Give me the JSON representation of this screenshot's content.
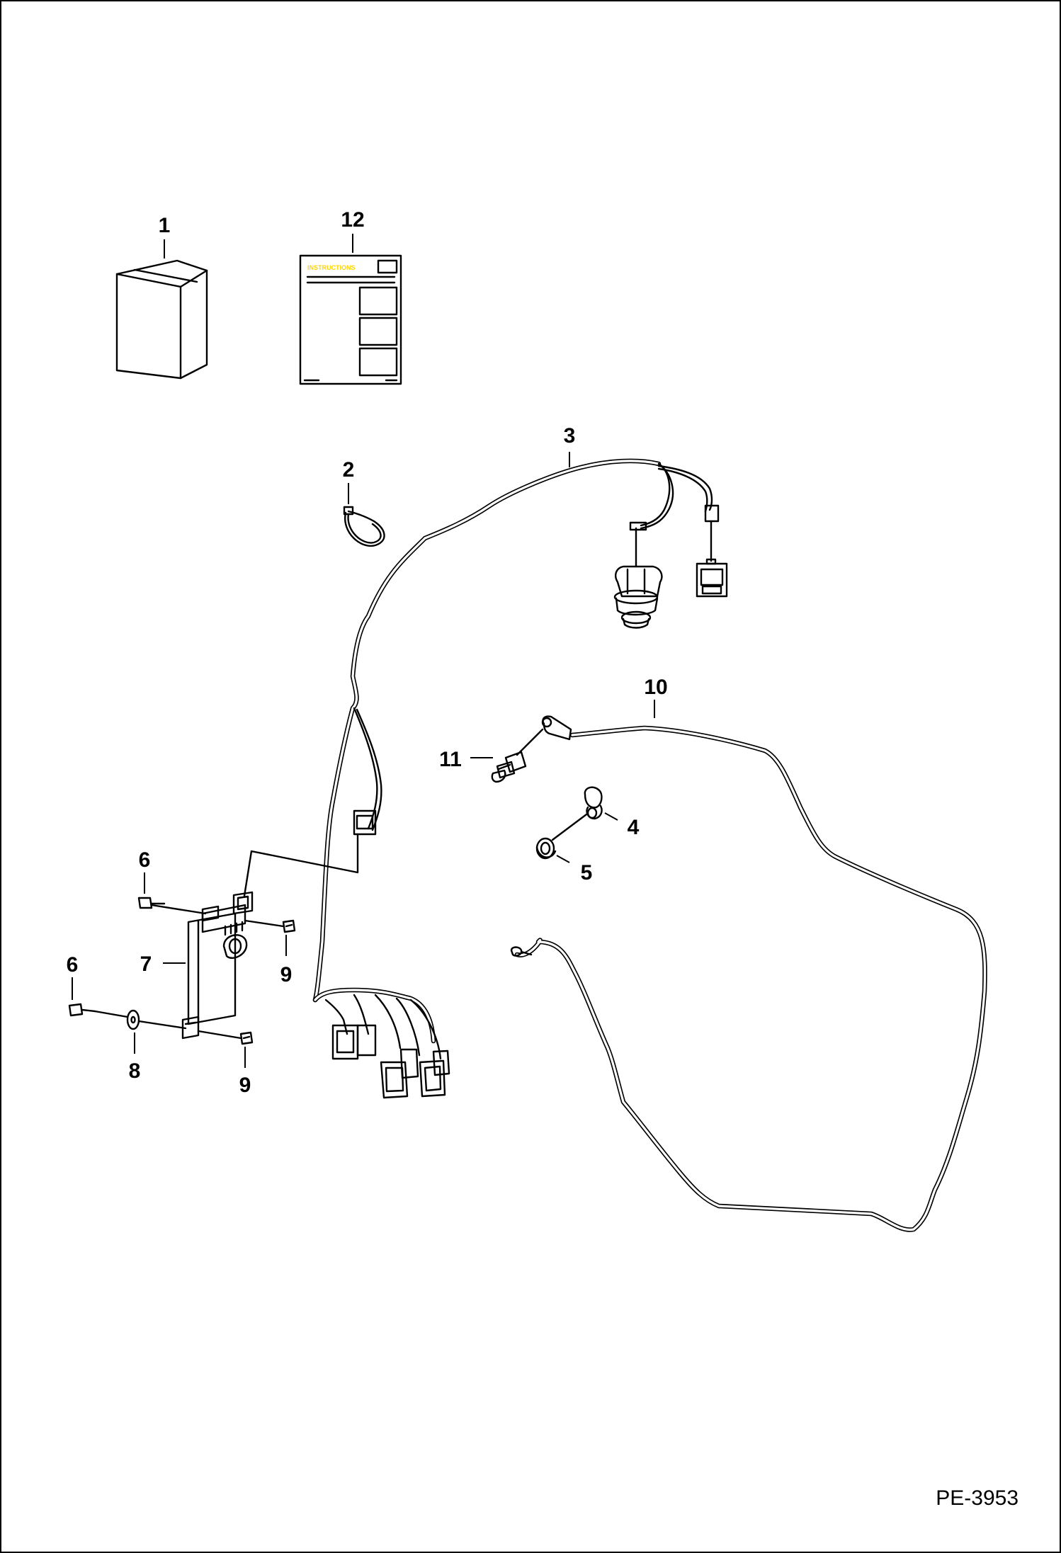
{
  "callouts": {
    "c1": "1",
    "c2": "2",
    "c3": "3",
    "c4": "4",
    "c5": "5",
    "c6a": "6",
    "c6b": "6",
    "c7": "7",
    "c8": "8",
    "c9a": "9",
    "c9b": "9",
    "c10": "10",
    "c11": "11",
    "c12": "12"
  },
  "instructions_sheet": {
    "heading": "INSTRUCTIONS"
  },
  "figure_id": "PE-3953",
  "colors": {
    "line": "#000000",
    "background": "#ffffff",
    "instructions_heading": "#ffd400"
  }
}
